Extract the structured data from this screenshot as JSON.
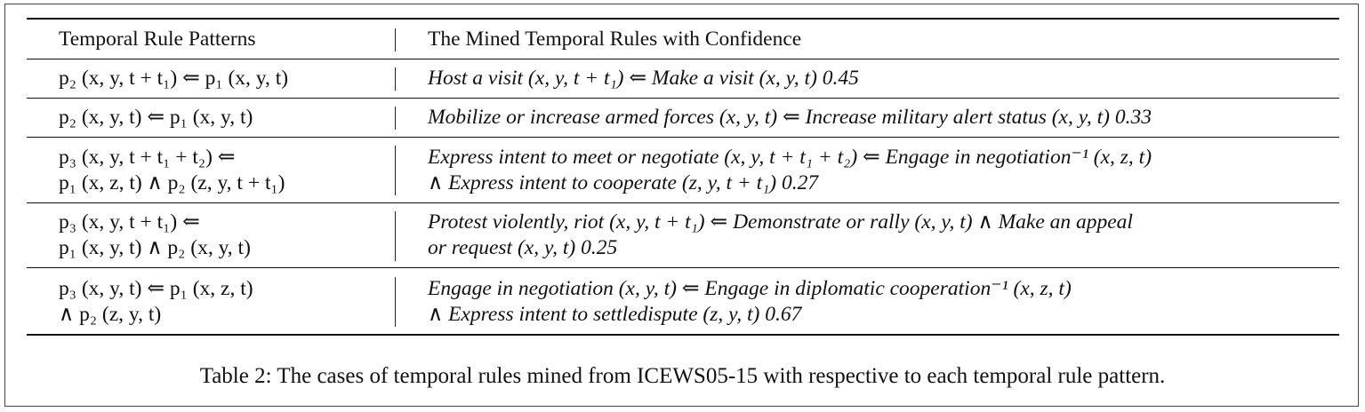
{
  "table": {
    "headers": [
      "Temporal Rule Patterns",
      "The Mined Temporal Rules with Confidence"
    ],
    "rows": [
      {
        "pattern": [
          "p₂ (x, y, t + t₁)  ⇐ p₁ (x,  y,  t)"
        ],
        "rule": [
          "Host a visit (x,  y,  t + t₁)  ⇐ Make a visit (x,  y,  t)  0.45"
        ]
      },
      {
        "pattern": [
          "p₂ (x,  y,  t)  ⇐ p₁ (x,  y,  t)"
        ],
        "rule": [
          "Mobilize or increase armed forces (x,  y,  t)  ⇐ Increase military alert status (x,  y,  t)  0.33"
        ]
      },
      {
        "pattern": [
          "p₃ (x,  y,  t + t₁ + t₂) ⇐",
          "p₁ (x,  z,  t) ∧ p₂ (z,  y,  t + t₁)"
        ],
        "rule": [
          "Express intent to meet or negotiate (x,  y,  t + t₁ + t₂) ⇐  Engage in negotiation⁻¹ (x,  z,  t)",
          "∧ Express intent to cooperate (z,  y,  t + t₁)  0.27"
        ]
      },
      {
        "pattern": [
          "p₃ (x,  y,  t + t₁)   ⇐",
          "p₁ (x,  y,  t) ∧ p₂ (x,  y,  t)"
        ],
        "rule": [
          "Protest violently, riot (x,  y,  t + t₁) ⇐ Demonstrate or rally (x,  y,  t) ∧ Make an appeal",
          "or request (x,  y,  t)  0.25"
        ]
      },
      {
        "pattern": [
          "p₃ (x,  y,  t)  ⇐ p₁ (x,  z,  t)",
          "∧ p₂ (z,  y,   t)"
        ],
        "rule": [
          "Engage in negotiation (x,  y,  t) ⇐ Engage in diplomatic cooperation⁻¹ (x,  z,  t)",
          "∧ Express intent to settledispute (z,  y,  t)  0.67"
        ]
      }
    ]
  },
  "caption": "Table 2: The cases of temporal rules mined from ICEWS05-15 with respective to each temporal rule pattern."
}
